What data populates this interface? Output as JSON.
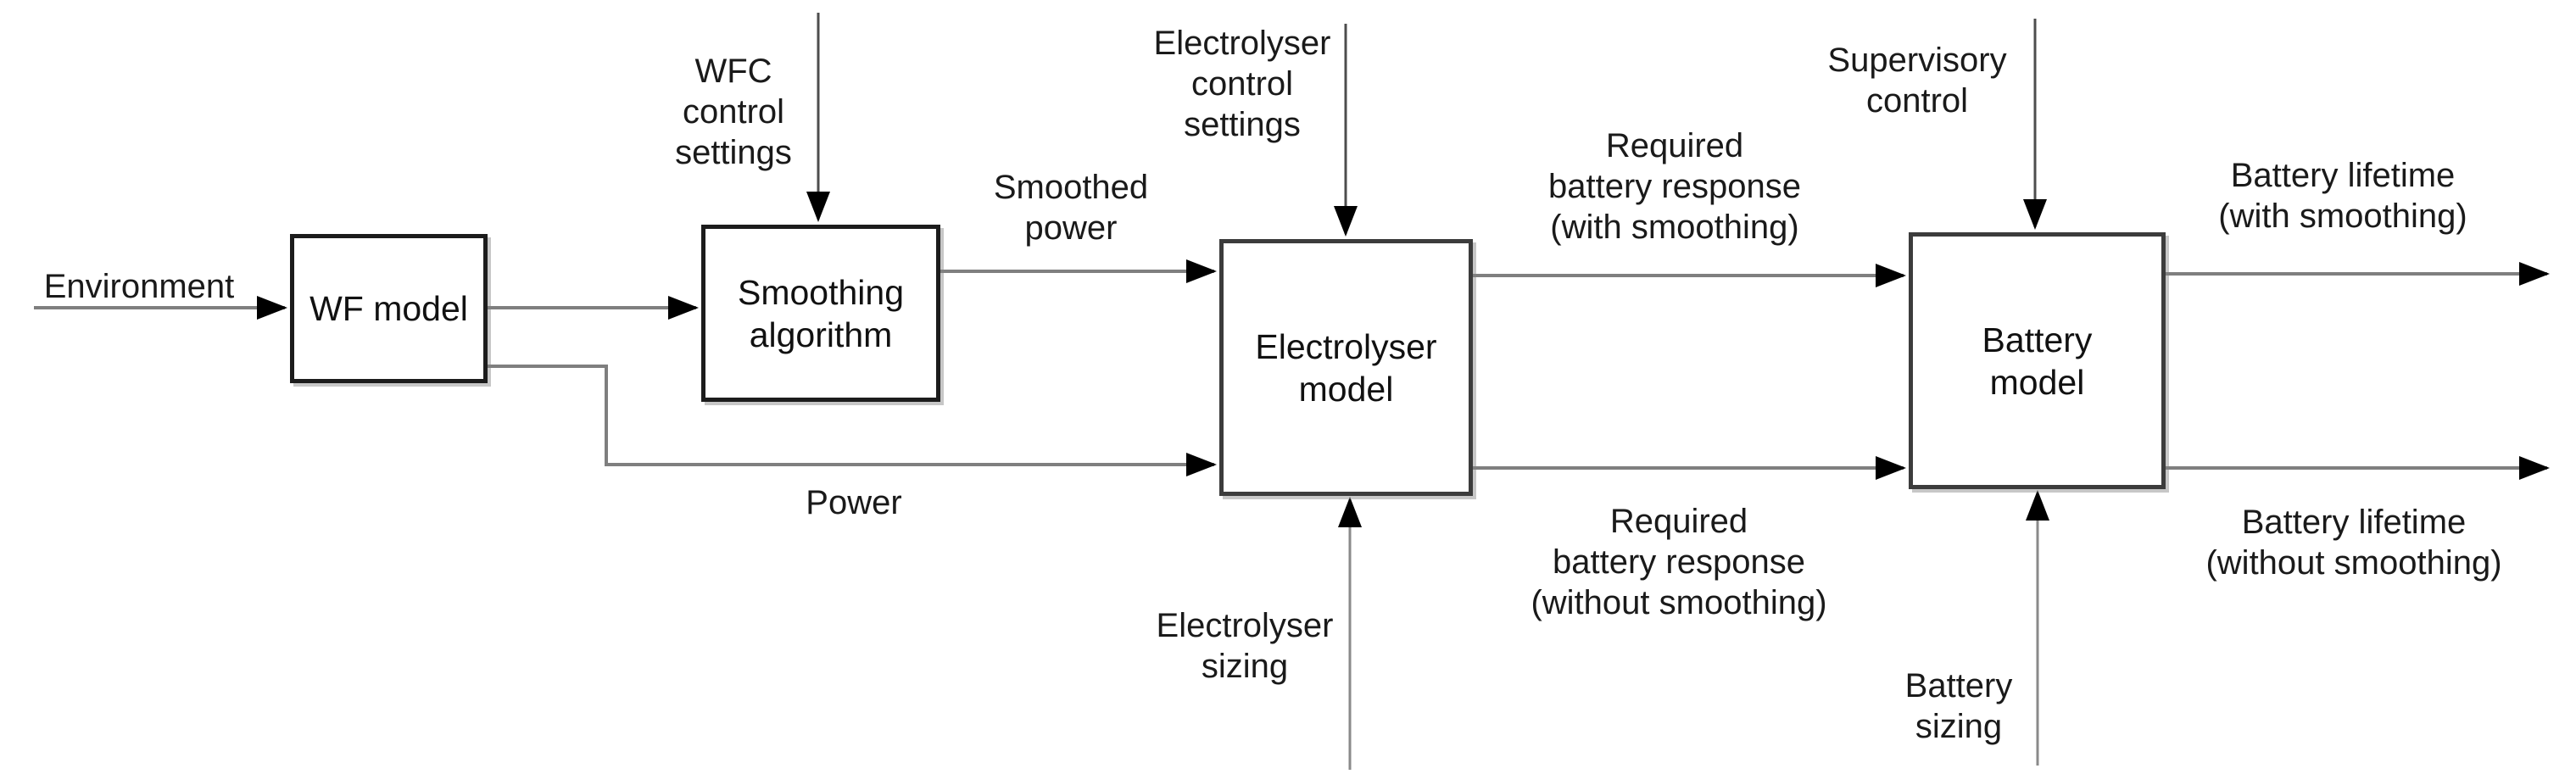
{
  "palette": {
    "background": "#ffffff",
    "text": "#1a1a1a",
    "flow_line": "#7f7f7f",
    "control_line": "#4d4d4d",
    "sizing_line": "#8a8a8a",
    "box_border_dark": "#1c1c1c",
    "box_border_gray": "#3c3c3c",
    "arrowhead": "#000000"
  },
  "boxes": {
    "wf": {
      "lines": [
        "WF model"
      ]
    },
    "smoothing": {
      "lines": [
        "Smoothing",
        "algorithm"
      ]
    },
    "electrolyser": {
      "lines": [
        "Electrolyser",
        "model"
      ]
    },
    "battery": {
      "lines": [
        "Battery",
        "model"
      ]
    }
  },
  "edge_labels": {
    "environment": {
      "lines": [
        "Environment"
      ]
    },
    "wfc_control_settings": {
      "lines": [
        "WFC",
        "control",
        "settings"
      ]
    },
    "smoothed_power": {
      "lines": [
        "Smoothed",
        "power"
      ]
    },
    "power": {
      "lines": [
        "Power"
      ]
    },
    "electrolyser_control_settings": {
      "lines": [
        "Electrolyser",
        "control",
        "settings"
      ]
    },
    "required_battery_response_with": {
      "lines": [
        "Required",
        "battery response",
        "(with smoothing)"
      ]
    },
    "required_battery_response_without": {
      "lines": [
        "Required",
        "battery response",
        "(without smoothing)"
      ]
    },
    "supervisory_control": {
      "lines": [
        "Supervisory",
        "control"
      ]
    },
    "electrolyser_sizing": {
      "lines": [
        "Electrolyser",
        "sizing"
      ]
    },
    "battery_sizing": {
      "lines": [
        "Battery",
        "sizing"
      ]
    },
    "battery_lifetime_with": {
      "lines": [
        "Battery lifetime",
        "(with smoothing)"
      ]
    },
    "battery_lifetime_without": {
      "lines": [
        "Battery lifetime",
        "(without smoothing)"
      ]
    }
  }
}
